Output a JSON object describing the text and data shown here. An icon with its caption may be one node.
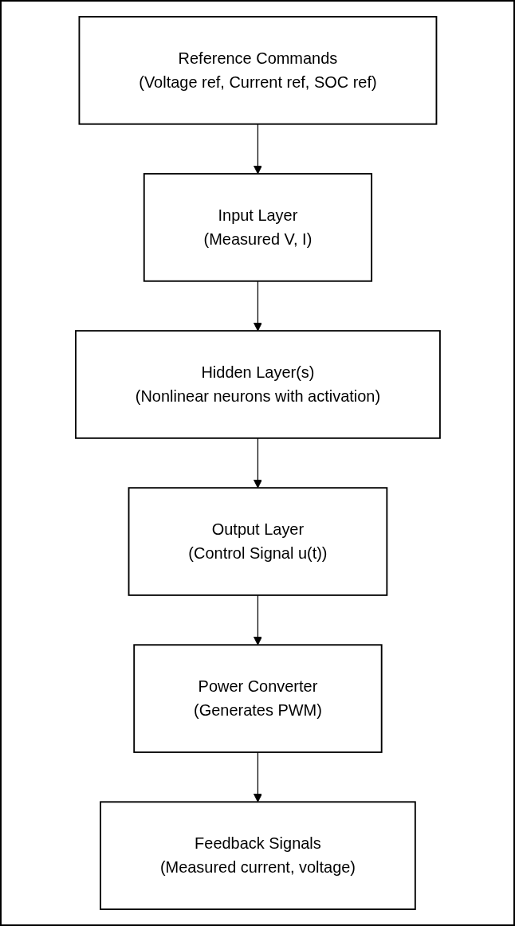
{
  "diagram": {
    "nodes": [
      {
        "text": [
          "Reference Commands",
          "(Voltage ref, Current ref, SOC ref)"
        ]
      },
      {
        "text": [
          "Input Layer",
          "(Measured V, I)"
        ]
      },
      {
        "text": [
          "Hidden Layer(s)",
          "(Nonlinear neurons with activation)"
        ]
      },
      {
        "text": [
          "Output Layer",
          "(Control Signal u(t))"
        ]
      },
      {
        "text": [
          "Power Converter",
          "(Generates PWM)"
        ]
      },
      {
        "text": [
          "Feedback Signals",
          "(Measured current, voltage)"
        ]
      }
    ],
    "edges": [
      {
        "from": 0,
        "to": 1,
        "arrow": "to"
      },
      {
        "from": 1,
        "to": 2,
        "arrow": "to"
      },
      {
        "from": 2,
        "to": 3,
        "arrow": "to"
      },
      {
        "from": 3,
        "to": 4,
        "arrow": "to"
      },
      {
        "from": 4,
        "to": 5,
        "arrow": "to"
      }
    ]
  }
}
